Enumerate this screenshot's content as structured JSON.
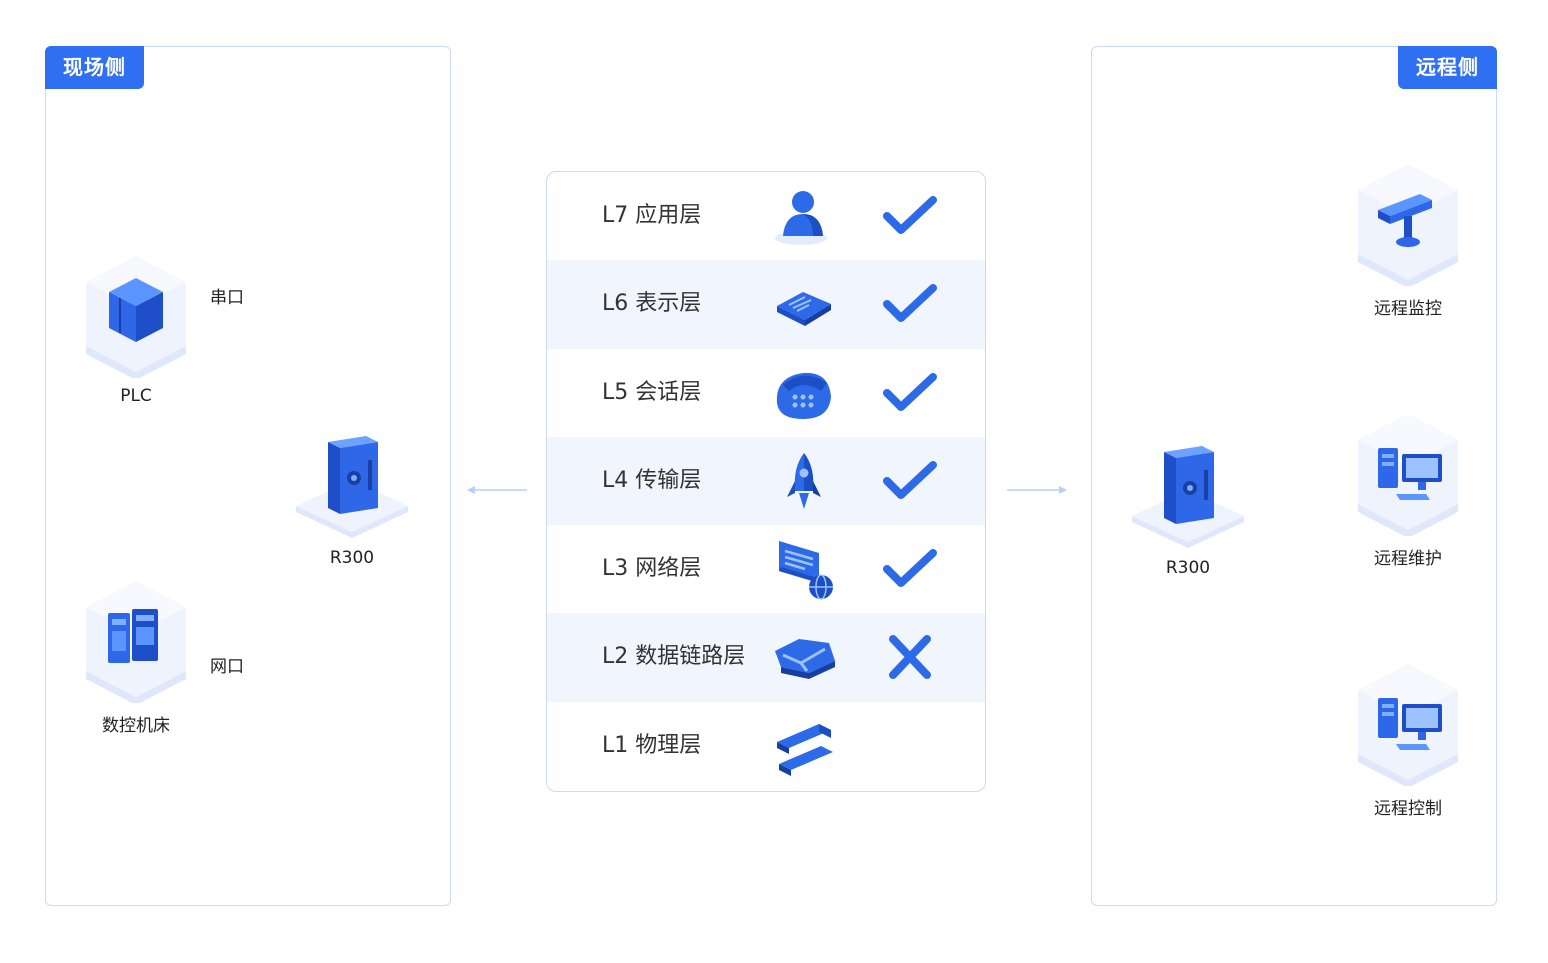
{
  "left_panel": {
    "title": "现场侧",
    "devices": [
      {
        "label": "PLC",
        "icon": "plc-cube-icon"
      },
      {
        "label": "数控机床",
        "icon": "cnc-machine-icon"
      }
    ],
    "connections": [
      {
        "label": "串口"
      },
      {
        "label": "网口"
      }
    ],
    "gateway": {
      "label": "R300",
      "icon": "router-device-icon"
    }
  },
  "right_panel": {
    "title": "远程侧",
    "gateway": {
      "label": "R300",
      "icon": "router-device-icon"
    },
    "services": [
      {
        "label": "远程监控",
        "icon": "camera-icon"
      },
      {
        "label": "远程维护",
        "icon": "computer-icon"
      },
      {
        "label": "远程控制",
        "icon": "computer-icon"
      }
    ]
  },
  "layers": [
    {
      "name": "L7 应用层",
      "icon": "user-icon",
      "status": "check"
    },
    {
      "name": "L6 表示层",
      "icon": "document-icon",
      "status": "check"
    },
    {
      "name": "L5 会话层",
      "icon": "phone-icon",
      "status": "check"
    },
    {
      "name": "L4 传输层",
      "icon": "rocket-icon",
      "status": "check"
    },
    {
      "name": "L3 网络层",
      "icon": "network-globe-icon",
      "status": "check"
    },
    {
      "name": "L2 数据链路层",
      "icon": "data-link-icon",
      "status": "cross"
    },
    {
      "name": "L1 物理层",
      "icon": "physical-layer-icon",
      "status": "none"
    }
  ],
  "colors": {
    "accent": "#2f6ff1",
    "icon_blue": "#2d6ae8",
    "line": "#b9cdf5",
    "panel_border": "#c9dafa",
    "row_alt": "#f1f5fd"
  }
}
